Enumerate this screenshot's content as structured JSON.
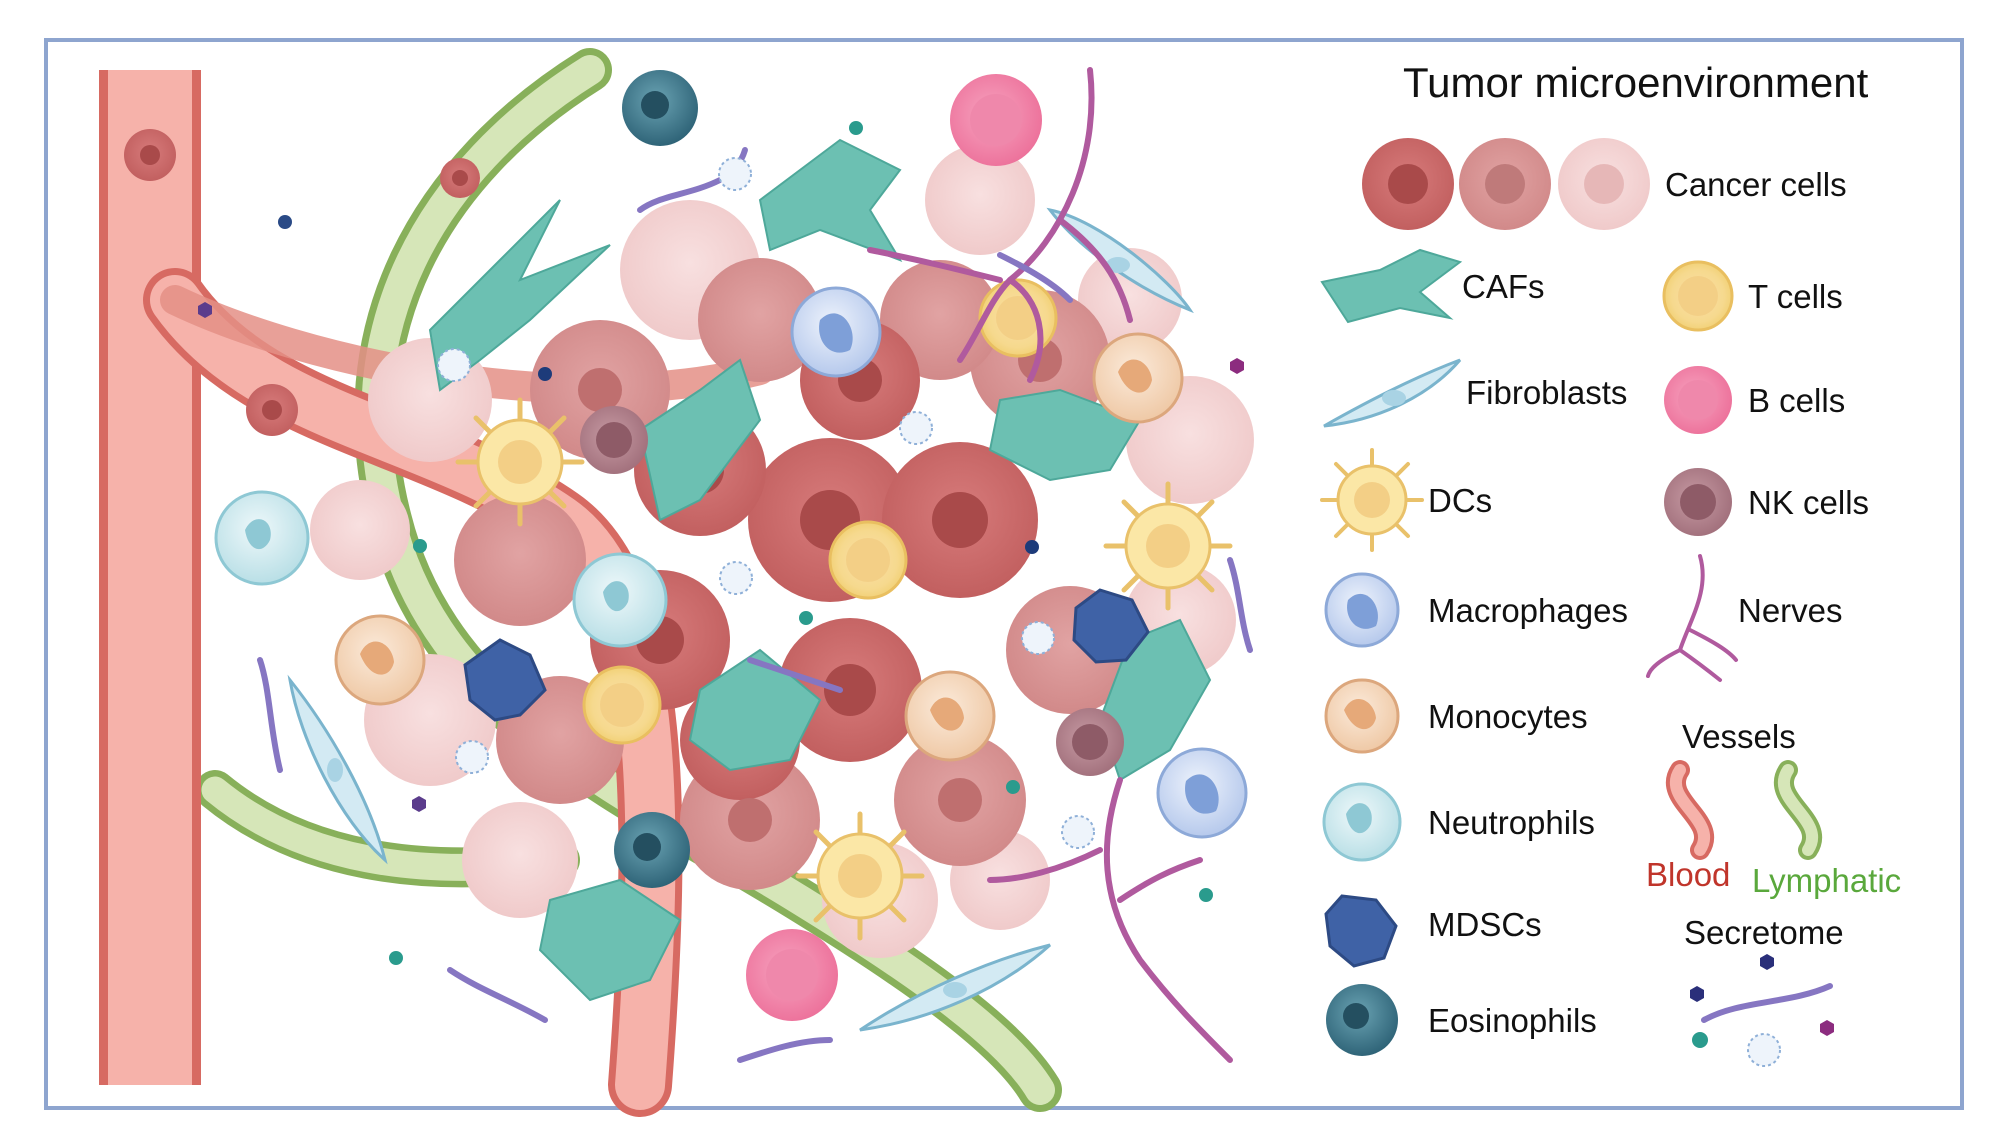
{
  "title": "Tumor microenvironment",
  "legend": {
    "cancer_cells": "Cancer cells",
    "cafs": "CAFs",
    "t_cells": "T cells",
    "fibroblasts": "Fibroblasts",
    "b_cells": "B cells",
    "dcs": "DCs",
    "nk_cells": "NK cells",
    "macrophages": "Macrophages",
    "nerves": "Nerves",
    "monocytes": "Monocytes",
    "vessels": "Vessels",
    "neutrophils": "Neutrophils",
    "blood": "Blood",
    "lymphatic": "Lymphatic",
    "mdscs": "MDSCs",
    "secretome": "Secretome",
    "eosinophils": "Eosinophils"
  },
  "colors": {
    "frame": "#8ea5cf",
    "cancer_dark": "#c86767",
    "cancer_mid": "#d48a8a",
    "cancer_light": "#f1cdcd",
    "caf": "#6cc0b2",
    "fibroblast": "#cfe8f2",
    "t_cell": "#f8dc9a",
    "b_cell": "#f07aa2",
    "nk_cell": "#b7838f",
    "dc": "#fbe7a6",
    "macrophage": "#d7e3f7",
    "monocyte": "#f6dcc4",
    "neutrophil": "#d4ecf1",
    "mdsc": "#3f62a6",
    "eosinophil": "#3f7f94",
    "blood_vessel": "#f2a39a",
    "lymphatic_vessel": "#a9c77a",
    "nerve": "#b05a9e",
    "blood_text": "#c0352b",
    "lymphatic_text": "#5aa83c"
  }
}
